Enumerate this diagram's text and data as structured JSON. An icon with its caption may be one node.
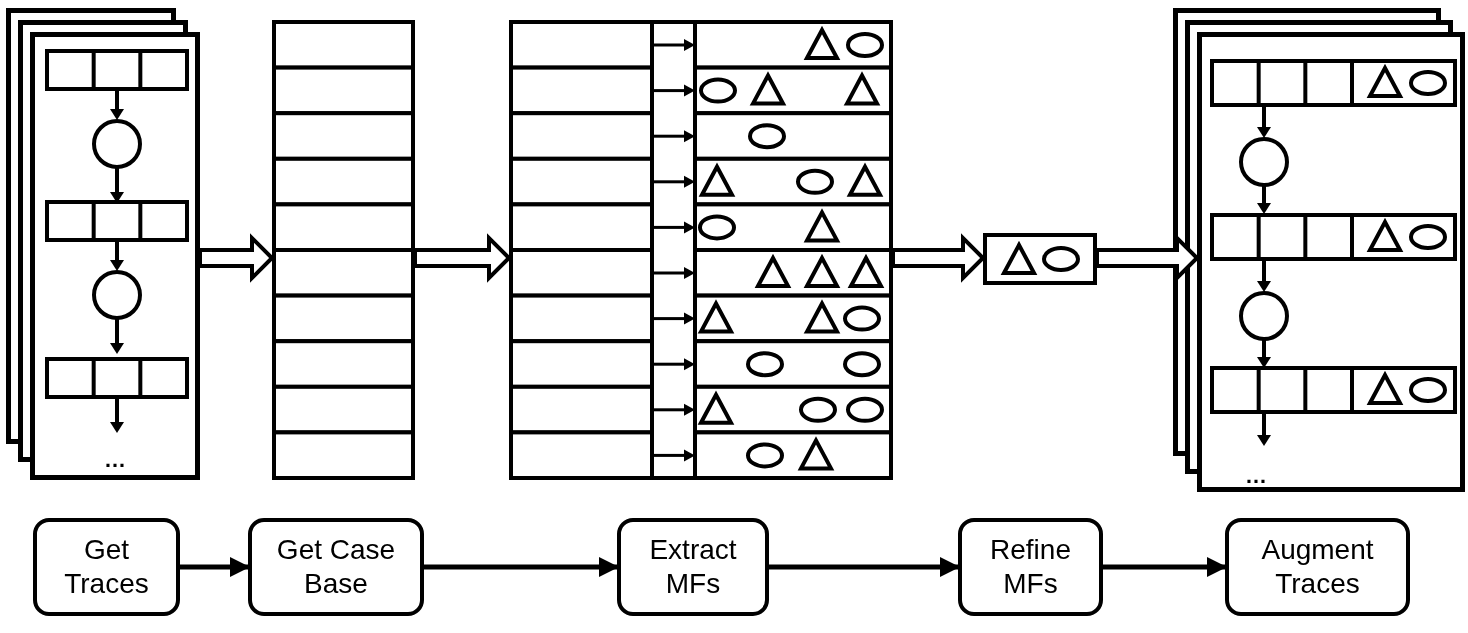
{
  "diagram": {
    "nodes": [
      {
        "text": [
          "…"
        ]
      },
      {
        "text": [],
        "shape": "box"
      },
      {
        "text": [],
        "shape": "box"
      },
      {
        "text": [],
        "shape": "box"
      },
      {
        "text": [
          "…"
        ]
      },
      {
        "text": [
          "Get Traces"
        ]
      },
      {
        "text": [
          "Get Case Base"
        ]
      },
      {
        "text": [
          "Extract MFs"
        ]
      },
      {
        "text": [
          "Refine MFs"
        ]
      },
      {
        "text": [
          "Augment Traces"
        ]
      }
    ],
    "edges": [
      {
        "from": 0,
        "to": 1,
        "arrow": "to"
      },
      {
        "from": 1,
        "to": 2,
        "arrow": "to"
      },
      {
        "from": 2,
        "to": 3,
        "arrow": "to"
      },
      {
        "from": 3,
        "to": 4,
        "arrow": "to"
      },
      {
        "from": 5,
        "to": 6,
        "arrow": "to"
      },
      {
        "from": 6,
        "to": 7,
        "arrow": "to"
      },
      {
        "from": 7,
        "to": 8,
        "arrow": "to"
      },
      {
        "from": 8,
        "to": 9,
        "arrow": "to"
      }
    ]
  }
}
